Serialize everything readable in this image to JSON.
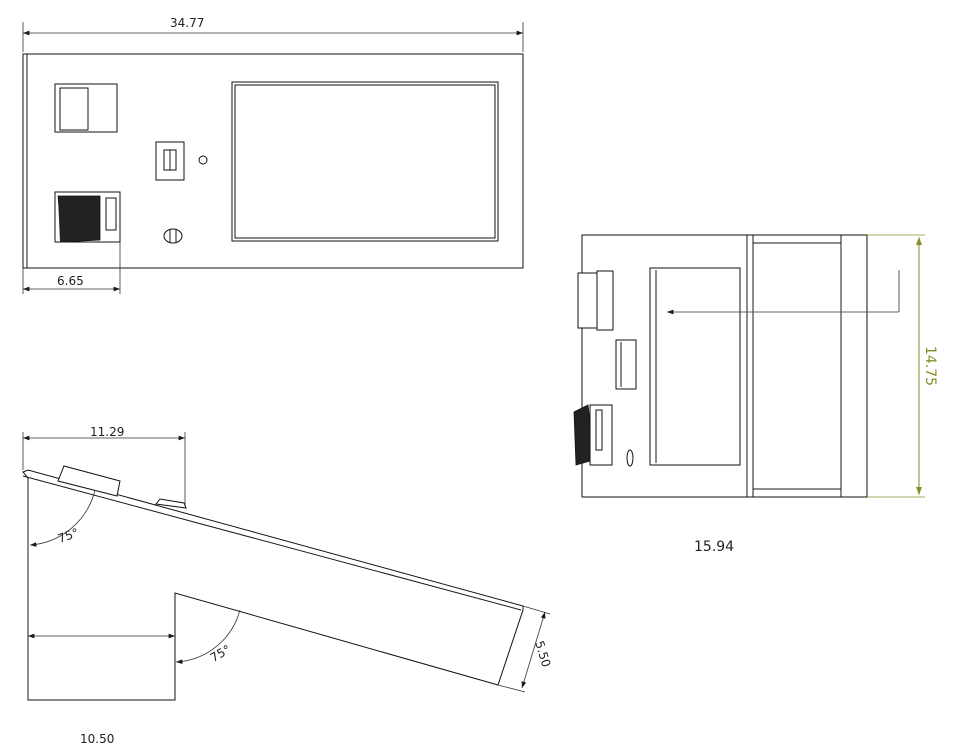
{
  "views": {
    "top": {
      "width_dim": "34.77",
      "offset_dim": "6.65"
    },
    "side": {
      "top_dim": "11.29",
      "angle_upper": "75°",
      "angle_lower": "75°",
      "slant_dim": "5.50",
      "bottom_dim": "10.50"
    },
    "end": {
      "height_dim": "14.75",
      "width_dim": "15.94"
    }
  },
  "colors": {
    "line": "#1a1a1a",
    "dimension_highlight": "#8b8b2a"
  }
}
